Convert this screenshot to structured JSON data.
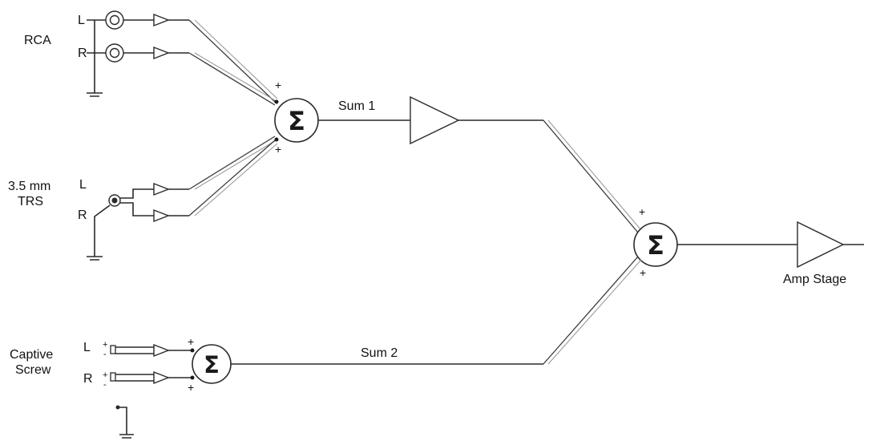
{
  "inputs": {
    "rca": {
      "label": "RCA",
      "left": "L",
      "right": "R"
    },
    "trs": {
      "label_line1": "3.5 mm",
      "label_line2": "TRS",
      "left": "L",
      "right": "R"
    },
    "captive": {
      "label_line1": "Captive",
      "label_line2": "Screw",
      "left": "L",
      "right": "R"
    }
  },
  "summers": {
    "symbol": "Σ",
    "plus": "+",
    "minus": "-",
    "sum1_label": "Sum 1",
    "sum2_label": "Sum 2"
  },
  "output": {
    "label": "Amp Stage"
  }
}
